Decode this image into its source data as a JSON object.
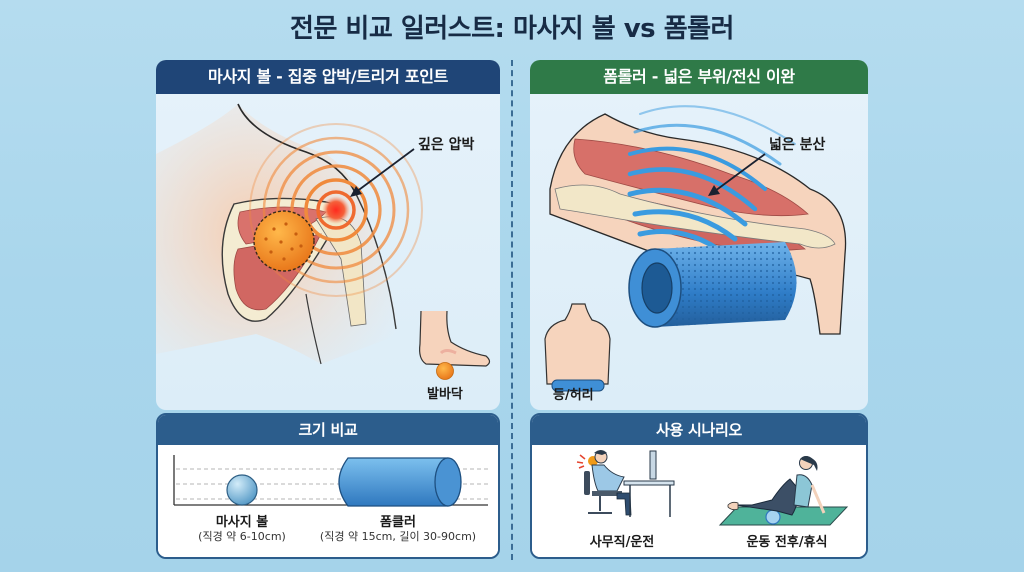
{
  "title": "전문 비교 일러스트: 마사지 볼 vs 폼롤러",
  "colors": {
    "background": "#a9d6ec",
    "massage_ball_header": "#1f4577",
    "foam_roller_header": "#2f7a48",
    "section_header": "#2c5d8c",
    "pressure_orange": "#f08a3c",
    "pressure_center": "#e8312a",
    "spread_blue": "#3a9be0",
    "roller_blue": "#3f8fd6",
    "divider": "#3b6d95"
  },
  "left_panel": {
    "header": "마사지 볼 - 집중 압박/트리거 포인트",
    "callout": "깊은 압박",
    "inset_label": "발바닥",
    "icons": [
      "shoulder-anatomy",
      "spiky-massage-ball",
      "pressure-rings",
      "foot-with-ball"
    ]
  },
  "right_panel": {
    "header": "폼롤러 - 넓은 부위/전신 이완",
    "callout": "넓은 분산",
    "inset_label": "등/허리",
    "icons": [
      "thigh-anatomy",
      "foam-roller",
      "spread-waves",
      "back-with-roller"
    ]
  },
  "size_comparison": {
    "header": "크기 비교",
    "items": [
      {
        "name": "마사지 볼",
        "detail": "(직경 약 6-10cm)"
      },
      {
        "name": "폼클러",
        "detail": "(직경 약 15cm, 길이 30-90cm)"
      }
    ]
  },
  "usage_scenarios": {
    "header": "사용 시나리오",
    "items": [
      {
        "label": "사무직/운전",
        "icon": "desk-worker"
      },
      {
        "label": "운동 전후/휴식",
        "icon": "foam-rolling-person"
      }
    ]
  }
}
